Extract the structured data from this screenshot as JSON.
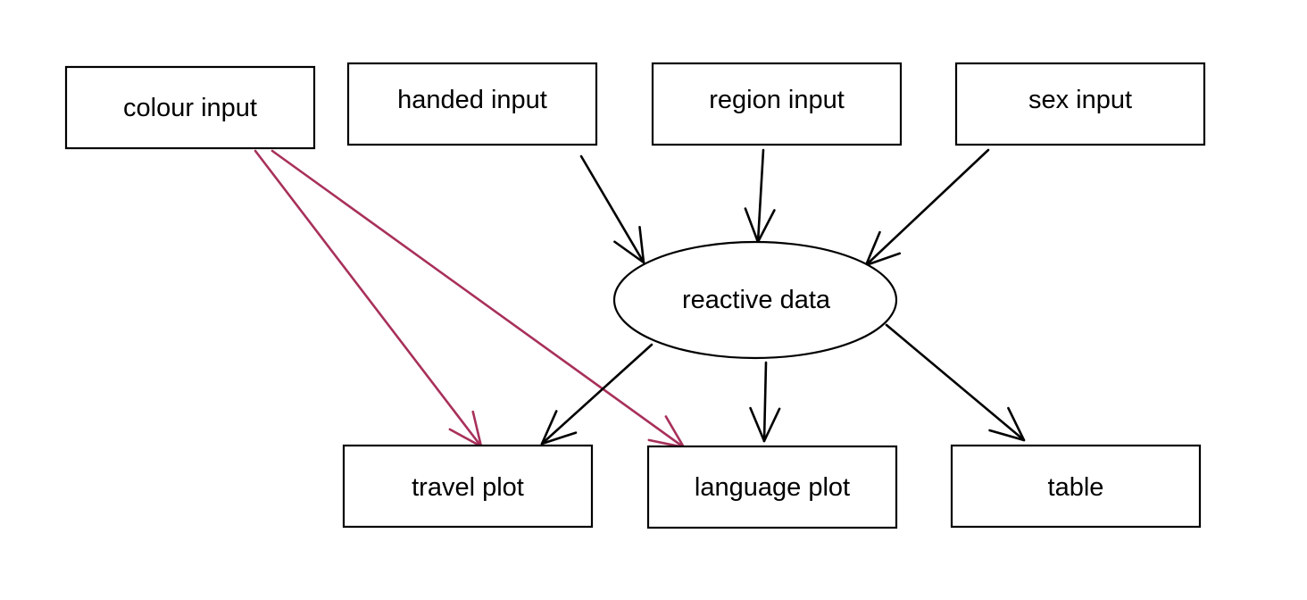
{
  "colors": {
    "default_edge": "#000000",
    "highlight_edge": "#a8305a"
  },
  "nodes": {
    "colour_input": {
      "label": "colour input"
    },
    "handed_input": {
      "label": "handed input"
    },
    "region_input": {
      "label": "region input"
    },
    "sex_input": {
      "label": "sex input"
    },
    "reactive_data": {
      "label": "reactive data"
    },
    "travel_plot": {
      "label": "travel plot"
    },
    "language_plot": {
      "label": "language plot"
    },
    "table": {
      "label": "table"
    }
  },
  "edges": [
    {
      "from": "colour_input",
      "to": "travel_plot",
      "color": "highlight_edge"
    },
    {
      "from": "colour_input",
      "to": "language_plot",
      "color": "highlight_edge"
    },
    {
      "from": "handed_input",
      "to": "reactive_data",
      "color": "default_edge"
    },
    {
      "from": "region_input",
      "to": "reactive_data",
      "color": "default_edge"
    },
    {
      "from": "sex_input",
      "to": "reactive_data",
      "color": "default_edge"
    },
    {
      "from": "reactive_data",
      "to": "travel_plot",
      "color": "default_edge"
    },
    {
      "from": "reactive_data",
      "to": "language_plot",
      "color": "default_edge"
    },
    {
      "from": "reactive_data",
      "to": "table",
      "color": "default_edge"
    }
  ]
}
